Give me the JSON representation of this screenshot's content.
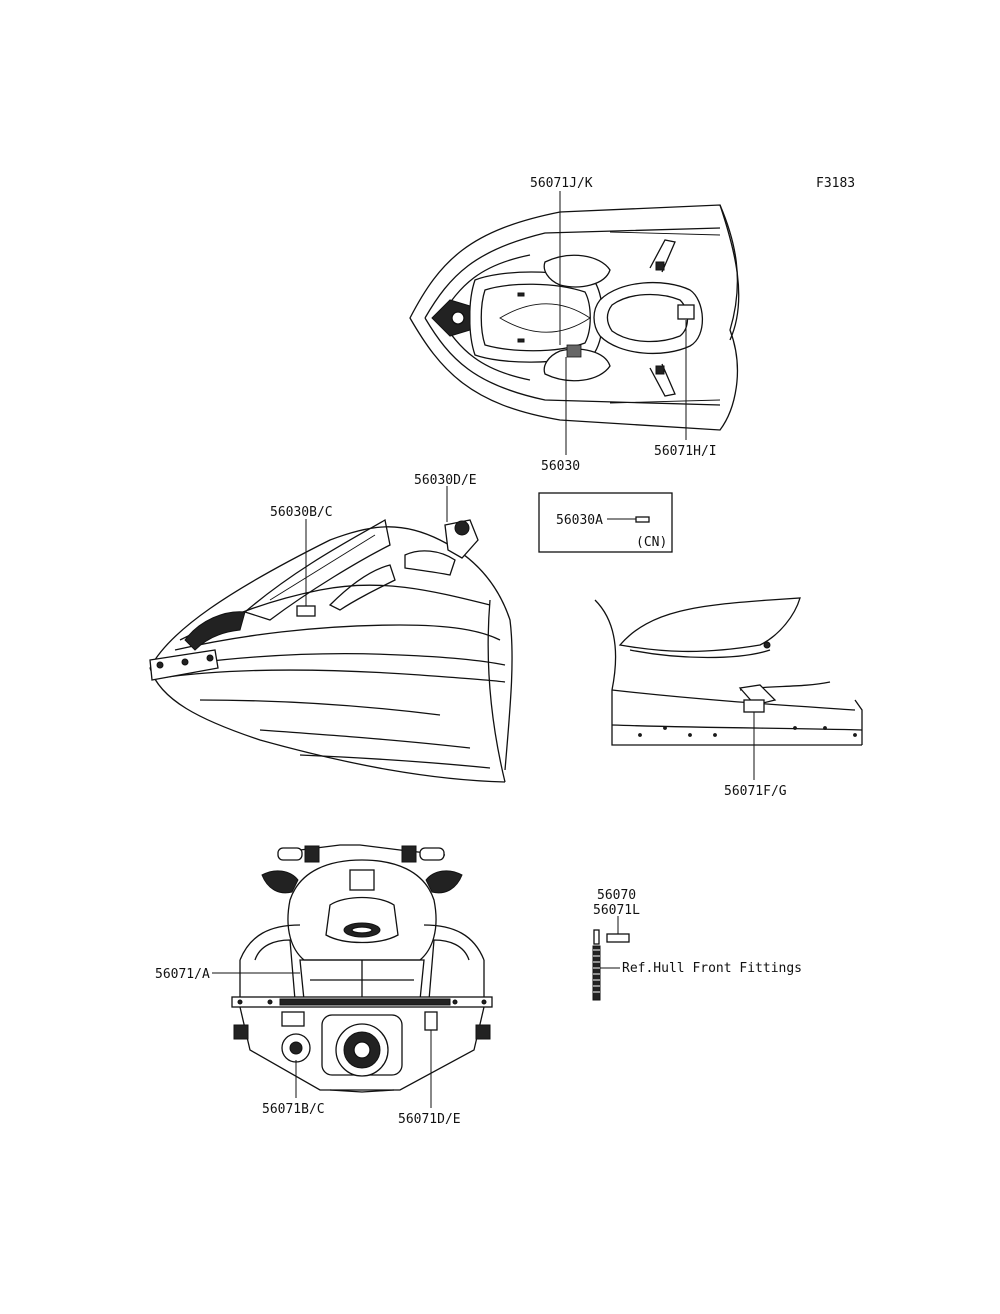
{
  "figure_id": "F3183",
  "callouts": {
    "top_label_jk": "56071J/K",
    "top_label_56030": "56030",
    "top_label_hi": "56071H/I",
    "side_label_de": "56030D/E",
    "side_label_bc": "56030B/C",
    "box_label_a": "56030A",
    "box_label_cn": "(CN)",
    "rear_label_fg": "56071F/G",
    "front_label_a": "56071/A",
    "front_label_bc": "56071B/C",
    "front_label_de": "56071D/E",
    "parts_label_56070": "56070",
    "parts_label_56071l": "56071L",
    "parts_ref": "Ref.Hull Front Fittings"
  }
}
